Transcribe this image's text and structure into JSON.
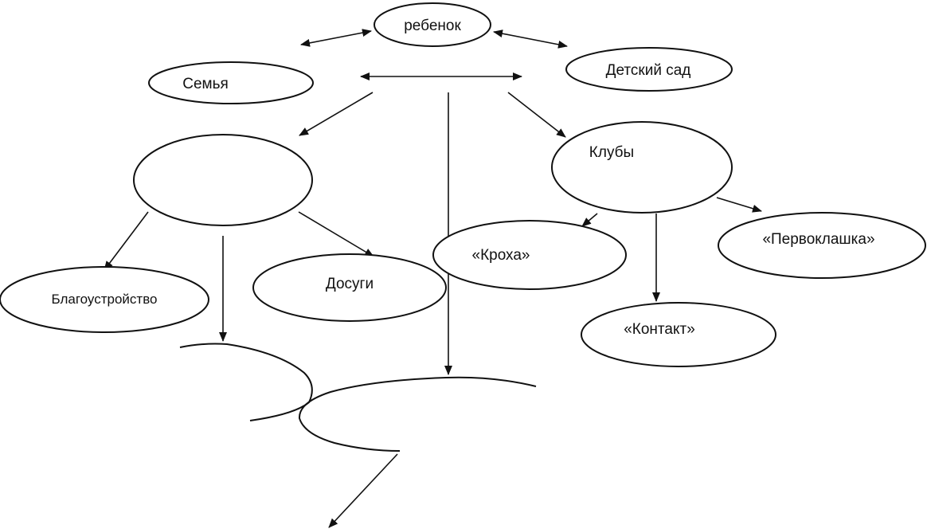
{
  "diagram": {
    "nodes": {
      "child": "ребенок",
      "family": "Семья",
      "kindergarten": "Детский сад",
      "clubs": "Клубы",
      "club_kroha": "«Кроха»",
      "club_pervoklashka": "«Первоклашка»",
      "club_kontakt": "«Контакт»",
      "landscaping": "Благоустройство",
      "leisure": "Досуги",
      "unlabeled_left": "",
      "unlabeled_bottom": ""
    }
  },
  "colors": {
    "stroke": "#111111",
    "background": "#ffffff"
  }
}
